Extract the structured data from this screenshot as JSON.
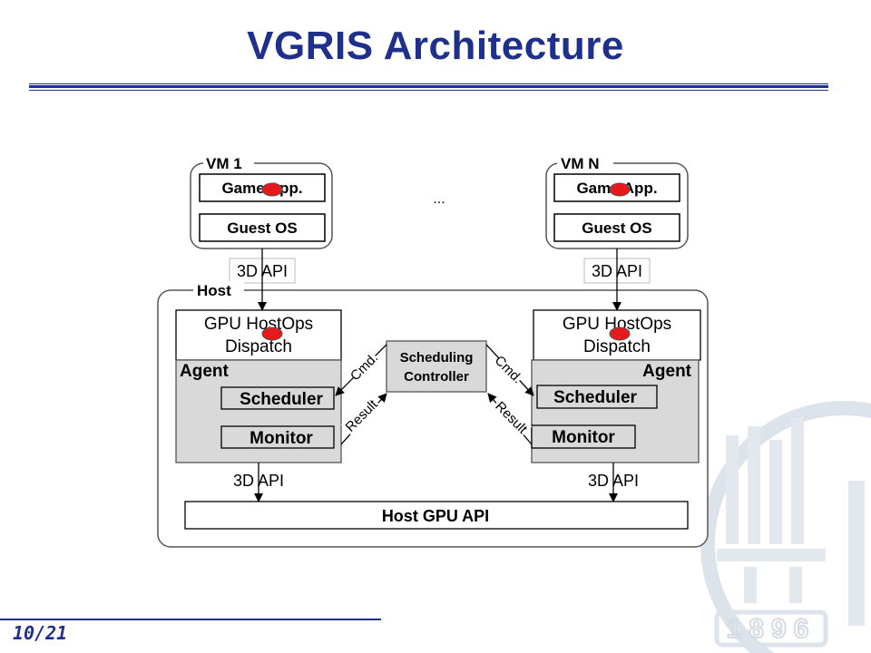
{
  "slide": {
    "title": "VGRIS Architecture",
    "page_number": "10/21",
    "watermark_year": "1896"
  },
  "diagram": {
    "vm_left": {
      "label": "VM 1",
      "app": "Game App.",
      "os": "Guest OS",
      "api": "3D API"
    },
    "vm_right": {
      "label": "VM N",
      "app": "Game App.",
      "os": "Guest OS",
      "api": "3D API"
    },
    "ellipsis": "...",
    "host": {
      "label": "Host",
      "left": {
        "dispatch_line1": "GPU HostOps",
        "dispatch_line2": "Dispatch",
        "agent": "Agent",
        "scheduler": "Scheduler",
        "monitor": "Monitor",
        "api": "3D API"
      },
      "right": {
        "dispatch_line1": "GPU HostOps",
        "dispatch_line2": "Dispatch",
        "agent": "Agent",
        "scheduler": "Scheduler",
        "monitor": "Monitor",
        "api": "3D API"
      },
      "controller_line1": "Scheduling",
      "controller_line2": "Controller",
      "cmd_label": "Cmd.",
      "result_label": "Result",
      "gpu_api": "Host GPU API"
    },
    "colors": {
      "agent_fill": "#d9d9d9",
      "hook_dot": "#e41a1c",
      "title": "#1f2f8c"
    }
  }
}
